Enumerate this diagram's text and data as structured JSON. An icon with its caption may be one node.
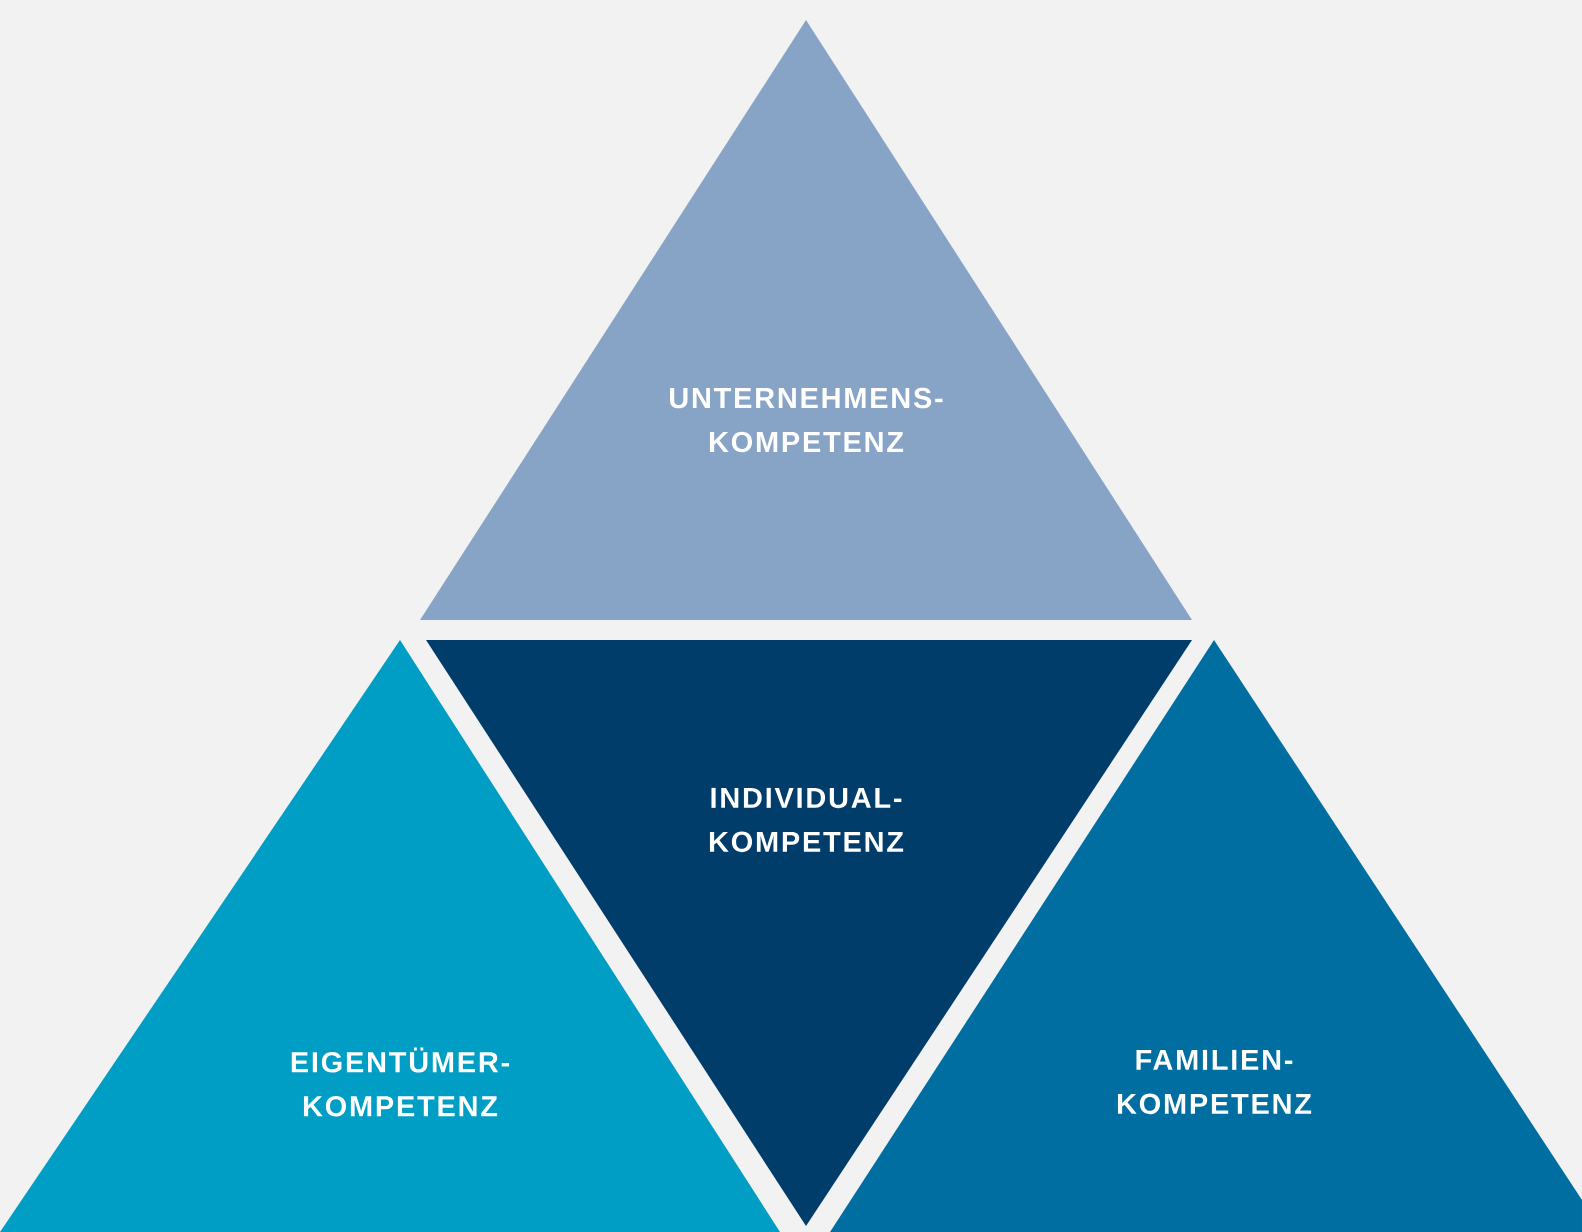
{
  "diagram": {
    "nodes": [
      {
        "text": [
          "UNTERNEHMENS- KOMPETENZ"
        ]
      },
      {
        "text": [
          "INDIVIDUAL- KOMPETENZ"
        ]
      },
      {
        "text": [
          "EIGENTÜMER- KOMPETENZ"
        ]
      },
      {
        "text": [
          "FAMILIEN- KOMPETENZ"
        ]
      }
    ]
  }
}
